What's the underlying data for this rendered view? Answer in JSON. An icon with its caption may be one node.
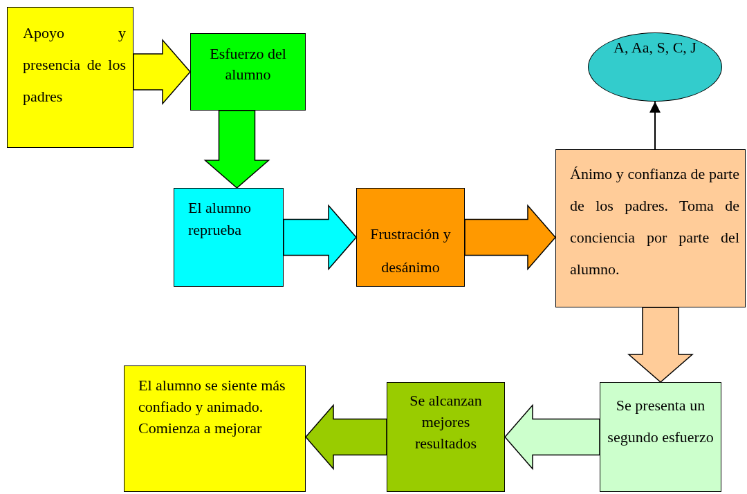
{
  "diagram": {
    "nodes": [
      {
        "text": [
          "Apoyo y presencia de los padres"
        ]
      },
      {
        "text": [
          "Esfuerzo del alumno"
        ]
      },
      {
        "text": [
          "El alumno reprueba"
        ]
      },
      {
        "text": [
          "Frustración y desánimo"
        ]
      },
      {
        "text": [
          "Ánimo y confianza de parte de los padres. Toma de conciencia por parte del alumno."
        ]
      },
      {
        "text": [
          "A, Aa, S, C, J"
        ]
      },
      {
        "text": [
          "Se presenta un segundo esfuerzo"
        ]
      },
      {
        "text": [
          "Se alcanzan mejores resultados"
        ]
      },
      {
        "text": [
          "El alumno se siente más confiado y animado. Comienza a mejorar"
        ]
      }
    ],
    "edges": [
      {
        "from": 0,
        "to": 1,
        "arrow": "to",
        "style": "thick",
        "color": "#ffff00"
      },
      {
        "from": 1,
        "to": 2,
        "arrow": "to",
        "style": "thick",
        "color": "#00ff00"
      },
      {
        "from": 2,
        "to": 3,
        "arrow": "to",
        "style": "thick",
        "color": "#00ffff"
      },
      {
        "from": 3,
        "to": 4,
        "arrow": "to",
        "style": "thick",
        "color": "#ff9900"
      },
      {
        "from": 4,
        "to": 5,
        "arrow": "to"
      },
      {
        "from": 4,
        "to": 6,
        "arrow": "to",
        "style": "thick",
        "color": "#ffcc99"
      },
      {
        "from": 6,
        "to": 7,
        "arrow": "to",
        "style": "thick",
        "color": "#ccffcc"
      },
      {
        "from": 7,
        "to": 8,
        "arrow": "to",
        "style": "thick",
        "color": "#99cc00"
      }
    ]
  }
}
